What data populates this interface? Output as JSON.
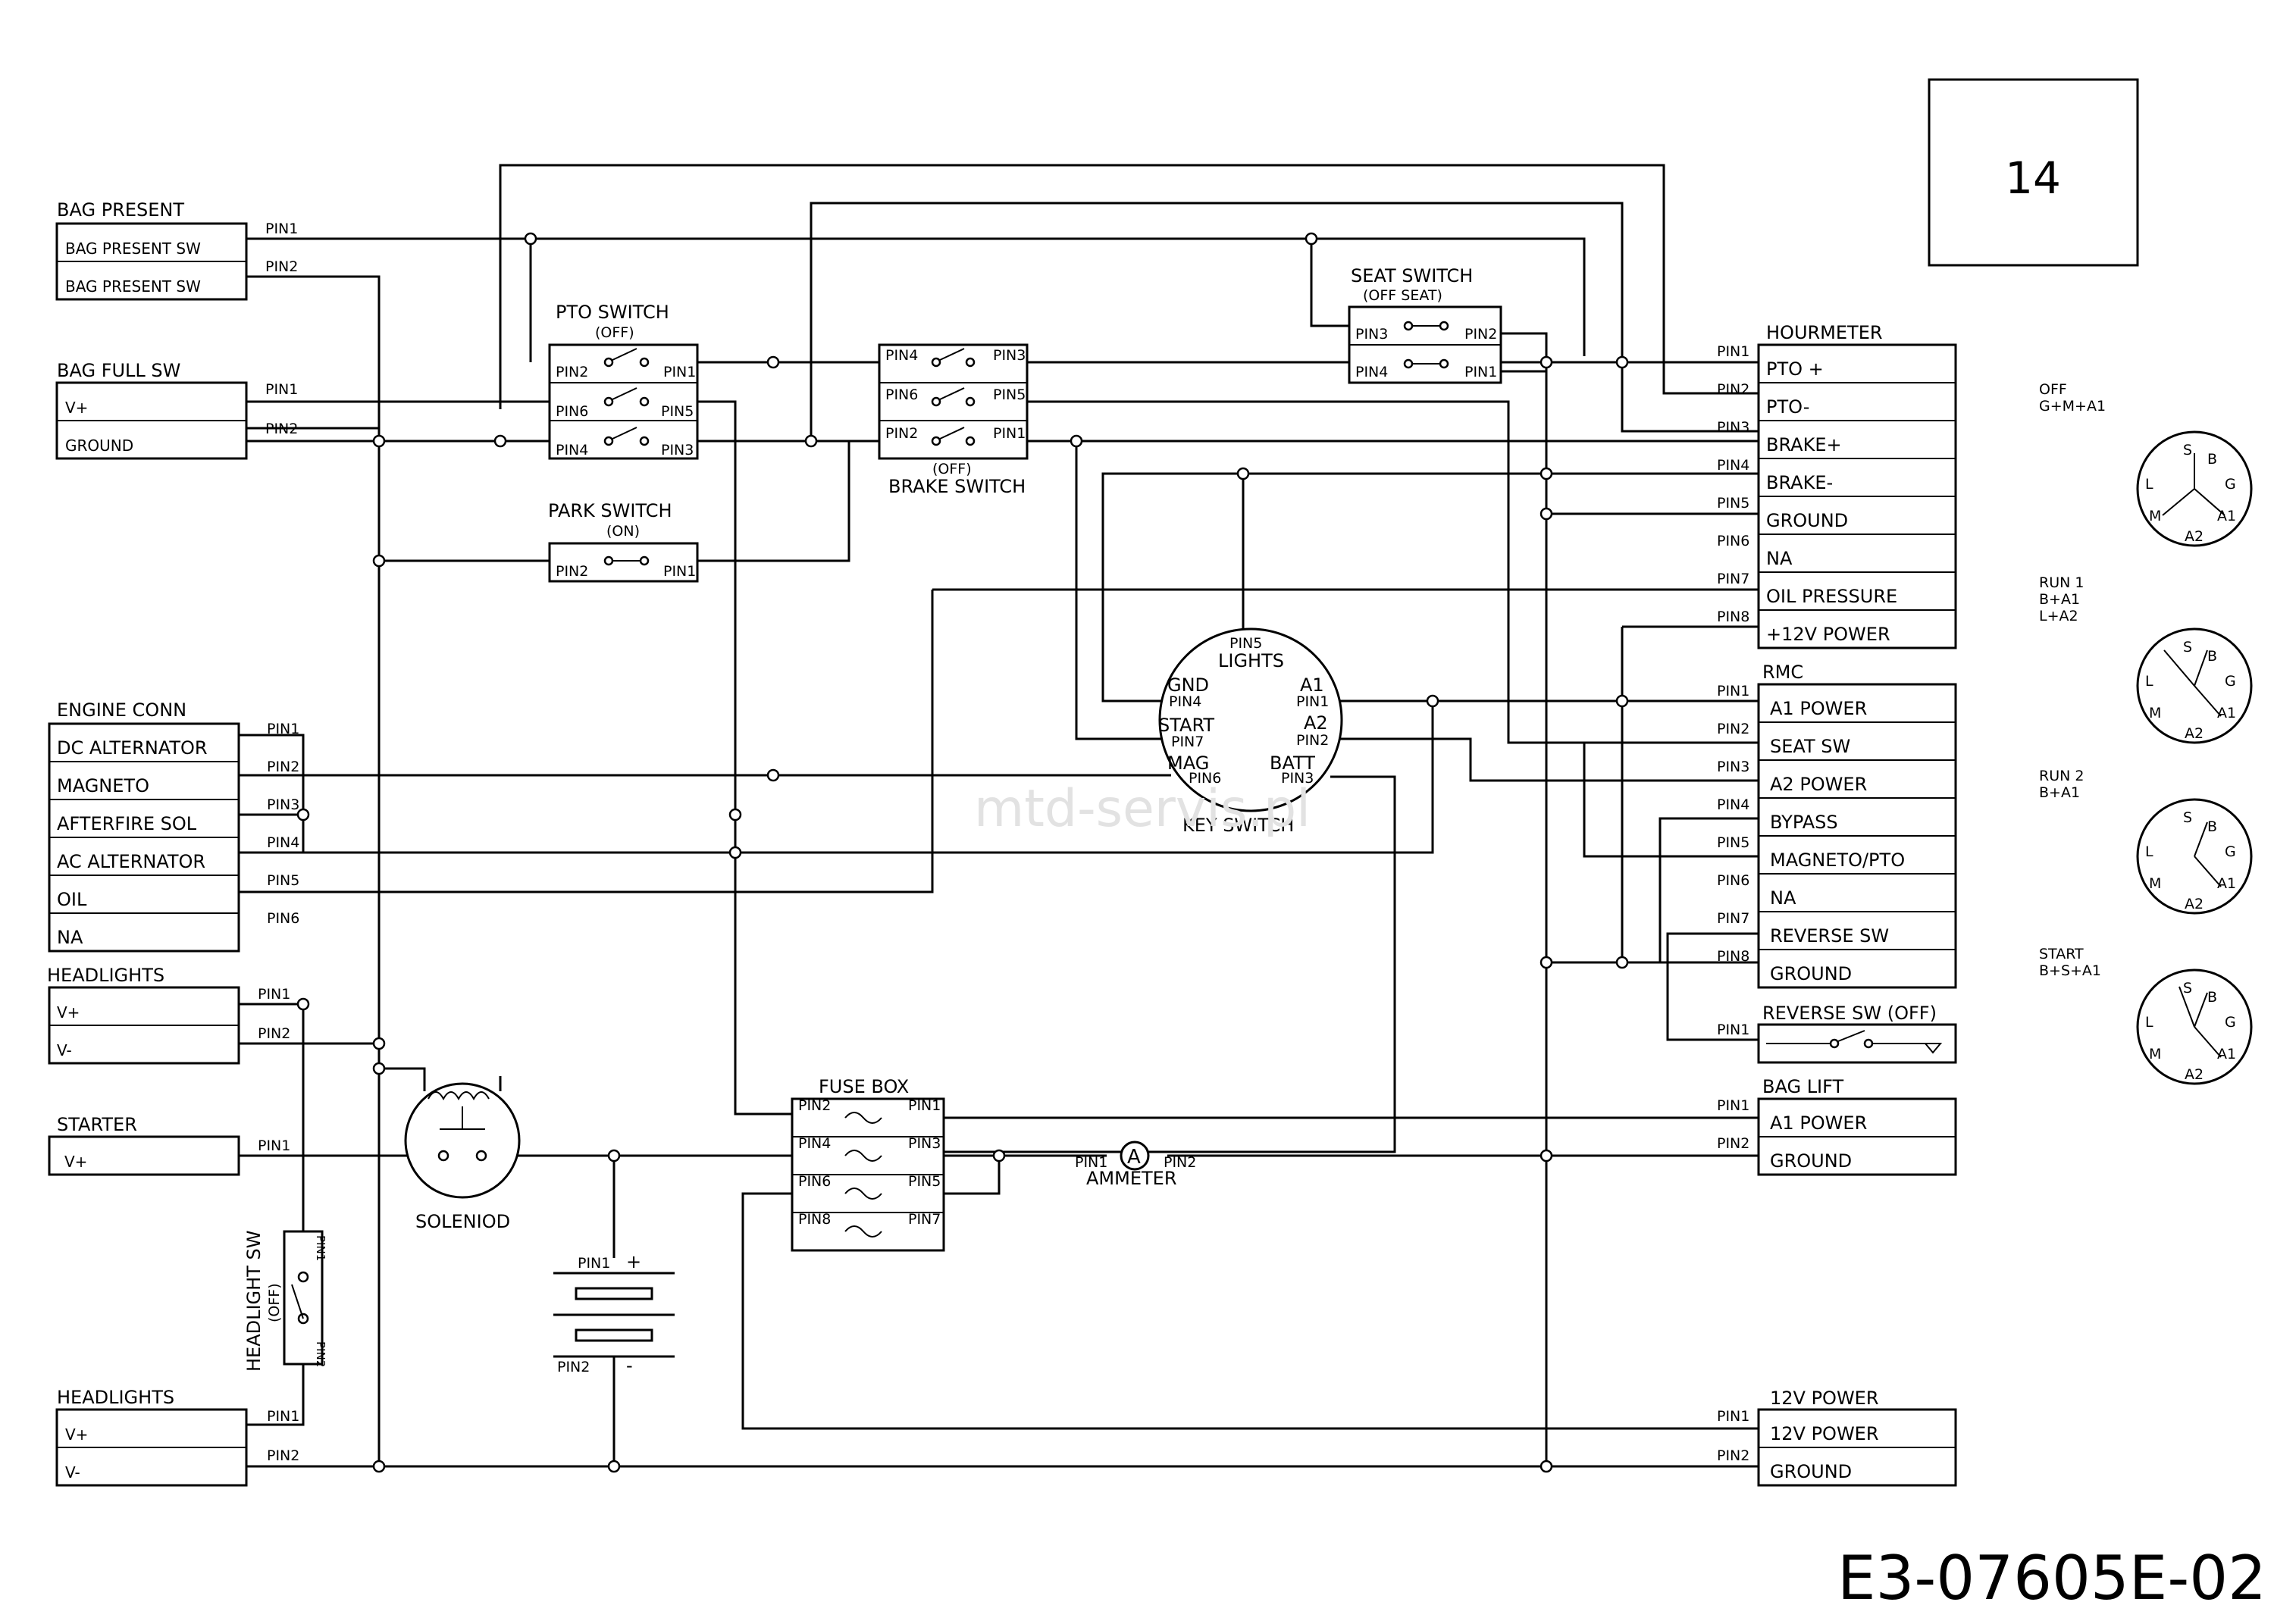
{
  "page_number": "14",
  "part_number": "E3-07605E-02",
  "watermark": "mtd-servis.pl",
  "connectors_left": {
    "bag_present": {
      "title": "BAG PRESENT",
      "rows": [
        "BAG PRESENT SW",
        "BAG PRESENT SW"
      ],
      "pins": [
        "PIN1",
        "PIN2"
      ]
    },
    "bag_full": {
      "title": "BAG FULL SW",
      "rows": [
        "V+",
        "GROUND"
      ],
      "pins": [
        "PIN1",
        "PIN2"
      ]
    },
    "engine_conn": {
      "title": "ENGINE CONN",
      "rows": [
        "DC ALTERNATOR",
        "MAGNETO",
        "AFTERFIRE SOL",
        "AC ALTERNATOR",
        "OIL",
        "NA"
      ],
      "pins": [
        "PIN1",
        "PIN2",
        "PIN3",
        "PIN4",
        "PIN5",
        "PIN6"
      ]
    },
    "headlights_1": {
      "title": "HEADLIGHTS",
      "rows": [
        "V+",
        "V-"
      ],
      "pins": [
        "PIN1",
        "PIN2"
      ]
    },
    "starter": {
      "title": "STARTER",
      "rows": [
        "V+"
      ],
      "pins": [
        "PIN1"
      ]
    },
    "headlights_2": {
      "title": "HEADLIGHTS",
      "rows": [
        "V+",
        "V-"
      ],
      "pins": [
        "PIN1",
        "PIN2"
      ]
    }
  },
  "connectors_right": {
    "hourmeter": {
      "title": "HOURMETER",
      "rows": [
        "PTO +",
        "PTO-",
        "BRAKE+",
        "BRAKE-",
        "GROUND",
        "NA",
        "OIL PRESSURE",
        "+12V POWER"
      ],
      "pins": [
        "PIN1",
        "PIN2",
        "PIN3",
        "PIN4",
        "PIN5",
        "PIN6",
        "PIN7",
        "PIN8"
      ]
    },
    "rmc": {
      "title": "RMC",
      "rows": [
        "A1 POWER",
        "SEAT SW",
        "A2 POWER",
        "BYPASS",
        "MAGNETO/PTO",
        "NA",
        "REVERSE SW",
        "GROUND"
      ],
      "pins": [
        "PIN1",
        "PIN2",
        "PIN3",
        "PIN4",
        "PIN5",
        "PIN6",
        "PIN7",
        "PIN8"
      ]
    },
    "reverse_sw": {
      "title": "REVERSE SW (OFF)",
      "pins": [
        "PIN1"
      ]
    },
    "bag_lift": {
      "title": "BAG LIFT",
      "rows": [
        "A1 POWER",
        "GROUND"
      ],
      "pins": [
        "PIN1",
        "PIN2"
      ]
    },
    "power_12v": {
      "title": "12V POWER",
      "rows": [
        "12V POWER",
        "GROUND"
      ],
      "pins": [
        "PIN1",
        "PIN2"
      ]
    }
  },
  "switches": {
    "pto": {
      "title": "PTO SWITCH",
      "state": "(OFF)",
      "pins": [
        "PIN2",
        "PIN1",
        "PIN6",
        "PIN5",
        "PIN4",
        "PIN3"
      ]
    },
    "park": {
      "title": "PARK SWITCH",
      "state": "(ON)",
      "pins": [
        "PIN2",
        "PIN1"
      ]
    },
    "brake": {
      "title": "BRAKE SWITCH",
      "state": "(OFF)",
      "pins": [
        "PIN4",
        "PIN3",
        "PIN6",
        "PIN5",
        "PIN2",
        "PIN1"
      ]
    },
    "seat": {
      "title": "SEAT SWITCH",
      "state": "(OFF SEAT)",
      "pins": [
        "PIN3",
        "PIN2",
        "PIN4",
        "PIN1"
      ]
    },
    "headlight": {
      "title": "HEADLIGHT SW",
      "state": "(OFF)",
      "pins": [
        "PIN1",
        "PIN2"
      ]
    }
  },
  "key_switch": {
    "title": "KEY SWITCH",
    "lights": "LIGHTS",
    "lights_pin": "PIN5",
    "gnd": "GND",
    "gnd_pin": "PIN4",
    "start": "START",
    "start_pin": "PIN7",
    "mag": "MAG",
    "mag_pin": "PIN6",
    "a1": "A1",
    "a1_pin": "PIN1",
    "a2": "A2",
    "a2_pin": "PIN2",
    "batt": "BATT",
    "batt_pin": "PIN3"
  },
  "fuse_box": {
    "title": "FUSE BOX",
    "rows": [
      [
        "PIN2",
        "PIN1"
      ],
      [
        "PIN4",
        "PIN3"
      ],
      [
        "PIN6",
        "PIN5"
      ],
      [
        "PIN8",
        "PIN7"
      ]
    ]
  },
  "solenoid": {
    "title": "SOLENIOD"
  },
  "ammeter": {
    "title": "AMMETER",
    "symbol": "A",
    "pin_left": "PIN1",
    "pin_right": "PIN2"
  },
  "battery": {
    "pin_pos": "PIN1",
    "pin_neg": "PIN2",
    "plus": "+",
    "minus": "-"
  },
  "key_positions": [
    {
      "name": "OFF",
      "combo": "G+M+A1"
    },
    {
      "name": "RUN 1",
      "combo": "B+A1",
      "combo2": "L+A2"
    },
    {
      "name": "RUN 2",
      "combo": "B+A1"
    },
    {
      "name": "START",
      "combo": "B+S+A1"
    }
  ],
  "dial_letters": {
    "s": "S",
    "b": "B",
    "l": "L",
    "g": "G",
    "m": "M",
    "a1": "A1",
    "a2": "A2"
  }
}
